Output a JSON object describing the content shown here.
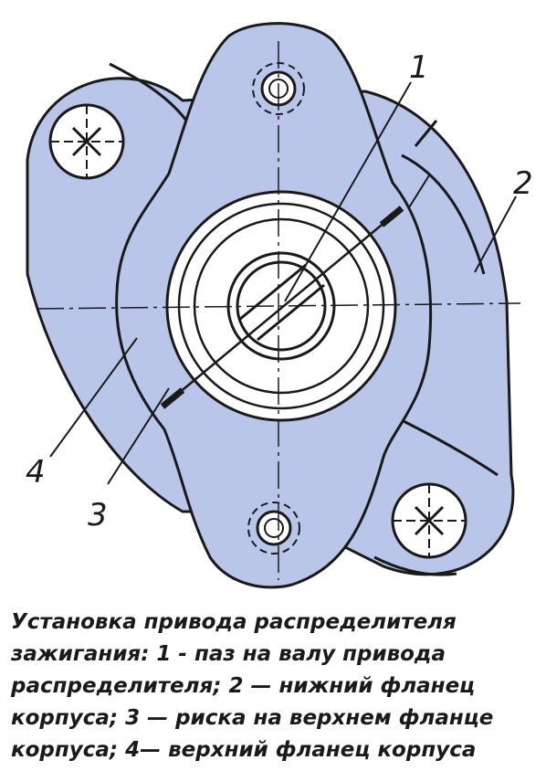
{
  "colors": {
    "fill": "#b9c6ea",
    "stroke": "#1a1a1a",
    "background": "#ffffff"
  },
  "callouts": {
    "one": "1",
    "two": "2",
    "three": "3",
    "four": "4"
  },
  "caption": {
    "line1": "Установка привода распределителя",
    "line2": "зажигания: 1 - паз на валу привода",
    "line3": "распределителя; 2 — нижний фланец",
    "line4": "корпуса; 3 — риска на верхнем фланце",
    "line5": "корпуса; 4— верхний фланец корпуса"
  }
}
